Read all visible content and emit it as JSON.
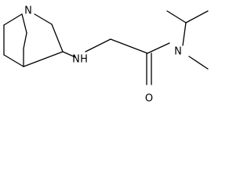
{
  "molecule": {
    "atoms": {
      "ring_n": "N",
      "amine_n": "N",
      "nh_h": "H",
      "amide_n": "N",
      "carbonyl_o": "O"
    },
    "colors": {
      "bond": "#000000",
      "atom_label": "#000000",
      "background": "#ffffff"
    }
  }
}
